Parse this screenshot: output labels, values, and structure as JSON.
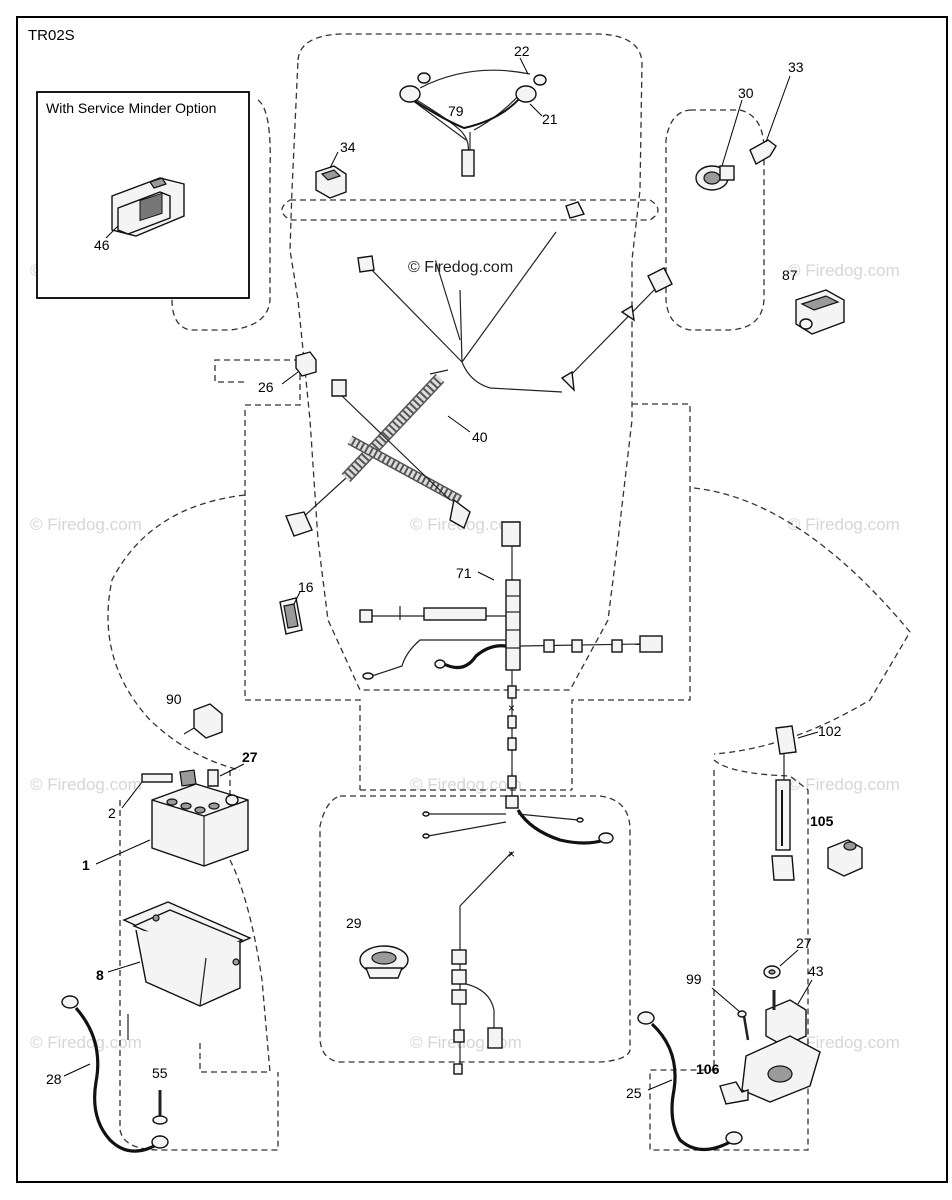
{
  "diagram_id": "TR02S",
  "inset_title": "With Service Minder Option",
  "watermark": "© Firedog.com",
  "center_watermark": "© Firedog.com",
  "callouts": {
    "c1": "1",
    "c2": "2",
    "c8": "8",
    "c16": "16",
    "c21": "21",
    "c22": "22",
    "c25": "25",
    "c26": "26",
    "c27a": "27",
    "c27b": "27",
    "c28": "28",
    "c29": "29",
    "c30": "30",
    "c33": "33",
    "c34": "34",
    "c40": "40",
    "c43": "43",
    "c46": "46",
    "c55": "55",
    "c71": "71",
    "c79": "79",
    "c87": "87",
    "c90": "90",
    "c99": "99",
    "c102": "102",
    "c105": "105",
    "c106": "106"
  },
  "colors": {
    "line": "#111111",
    "watermark": "#d6d6d6",
    "background": "#ffffff"
  }
}
